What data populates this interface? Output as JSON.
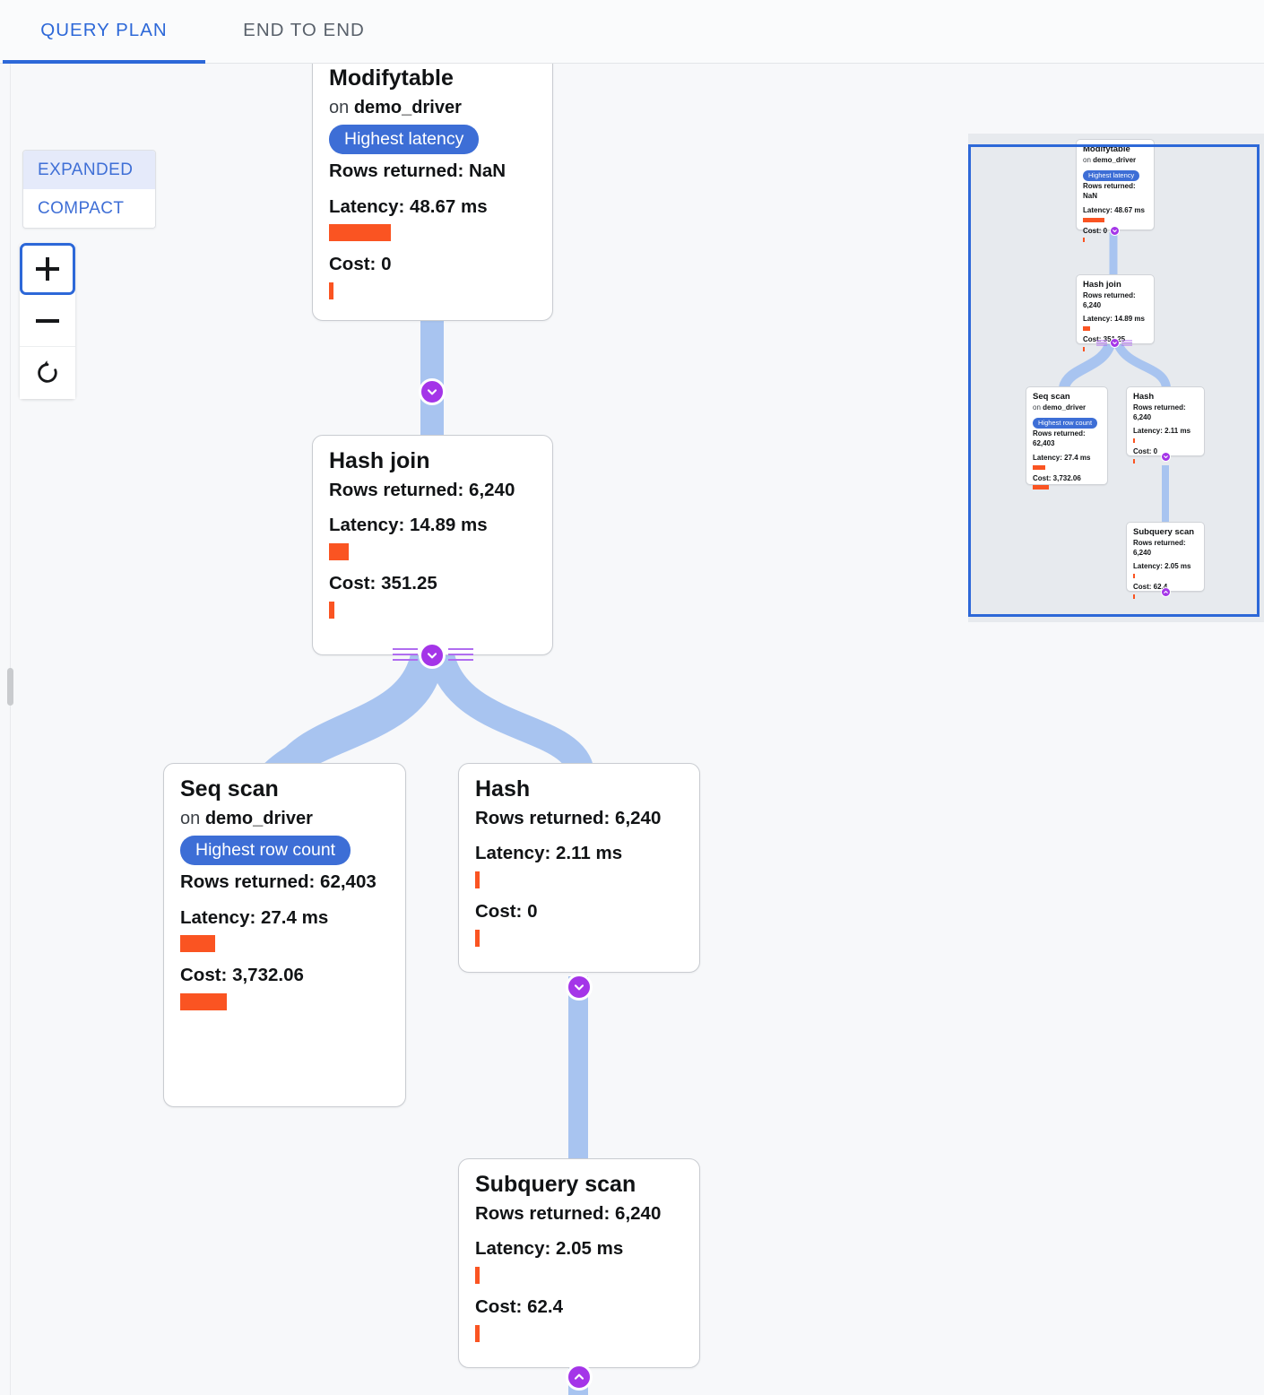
{
  "tabs": [
    {
      "id": "query-plan",
      "label": "QUERY PLAN",
      "selected": true
    },
    {
      "id": "end-to-end",
      "label": "END TO END",
      "selected": false
    }
  ],
  "view_mode": {
    "options": [
      "EXPANDED",
      "COMPACT"
    ],
    "expanded_label": "EXPANDED",
    "compact_label": "COMPACT",
    "selected": "EXPANDED"
  },
  "zoom_controls": {
    "zoom_in_icon": "plus-icon",
    "zoom_out_icon": "minus-icon",
    "reset_icon": "reset-rotate-icon"
  },
  "colors": {
    "accent_blue": "#2d68d8",
    "badge_blue": "#3d6ed6",
    "bar_orange": "#fa5422",
    "edge_blue": "#a8c4f0",
    "chevron_purple": "#a435e8",
    "canvas_bg": "#f7f8fa",
    "minimap_bg": "#e7eaee"
  },
  "labels": {
    "rows_returned_prefix": "Rows returned: ",
    "latency_prefix": "Latency: ",
    "cost_prefix": "Cost: ",
    "on_prefix": "on "
  },
  "plan_nodes": [
    {
      "id": "modifytable",
      "title": "Modifytable",
      "relation": "demo_driver",
      "on_text": "on demo_driver",
      "badge": "Highest latency",
      "rows_returned": "Rows returned: NaN",
      "latency": "Latency: 48.67 ms",
      "latency_bar_pct": 48.67,
      "cost": "Cost: 0",
      "cost_bar_pct": 0.5,
      "toggle": "collapse-children-down"
    },
    {
      "id": "hash-join",
      "title": "Hash join",
      "relation": null,
      "on_text": null,
      "badge": null,
      "rows_returned": "Rows returned: 6,240",
      "latency": "Latency: 14.89 ms",
      "latency_bar_pct": 14.89,
      "cost": "Cost: 351.25",
      "cost_bar_pct": 1.5,
      "toggle": "collapse-children-down"
    },
    {
      "id": "seq-scan",
      "title": "Seq scan",
      "relation": "demo_driver",
      "on_text": "on demo_driver",
      "badge": "Highest row count",
      "rows_returned": "Rows returned: 62,403",
      "latency": "Latency: 27.4 ms",
      "latency_bar_pct": 27.4,
      "cost": "Cost: 3,732.06",
      "cost_bar_pct": 40,
      "toggle": null
    },
    {
      "id": "hash",
      "title": "Hash",
      "relation": null,
      "on_text": null,
      "badge": null,
      "rows_returned": "Rows returned: 6,240",
      "latency": "Latency: 2.11 ms",
      "latency_bar_pct": 2.11,
      "cost": "Cost: 0",
      "cost_bar_pct": 0.5,
      "toggle": "collapse-children-down"
    },
    {
      "id": "subquery-scan",
      "title": "Subquery scan",
      "relation": null,
      "on_text": null,
      "badge": null,
      "rows_returned": "Rows returned: 6,240",
      "latency": "Latency: 2.05 ms",
      "latency_bar_pct": 2.05,
      "cost": "Cost: 62.4",
      "cost_bar_pct": 0.6,
      "toggle": "expand-children-up"
    }
  ],
  "minimap": {
    "viewport_highlighted": true,
    "nodes": [
      {
        "id": "modifytable",
        "title": "Modifytable",
        "on_text": "on demo_driver",
        "badge": "Highest latency",
        "rows_returned": "Rows returned: NaN",
        "latency": "Latency: 48.67 ms",
        "cost": "Cost: 0"
      },
      {
        "id": "hash-join",
        "title": "Hash join",
        "on_text": null,
        "badge": null,
        "rows_returned": "Rows returned: 6,240",
        "latency": "Latency: 14.89 ms",
        "cost": "Cost: 351.25"
      },
      {
        "id": "seq-scan",
        "title": "Seq scan",
        "on_text": "on demo_driver",
        "badge": "Highest row count",
        "rows_returned": "Rows returned: 62,403",
        "latency": "Latency: 27.4 ms",
        "cost": "Cost: 3,732.06"
      },
      {
        "id": "hash",
        "title": "Hash",
        "on_text": null,
        "badge": null,
        "rows_returned": "Rows returned: 6,240",
        "latency": "Latency: 2.11 ms",
        "cost": "Cost: 0"
      },
      {
        "id": "subquery-scan",
        "title": "Subquery scan",
        "on_text": null,
        "badge": null,
        "rows_returned": "Rows returned: 6,240",
        "latency": "Latency: 2.05 ms",
        "cost": "Cost: 62.4"
      }
    ]
  }
}
